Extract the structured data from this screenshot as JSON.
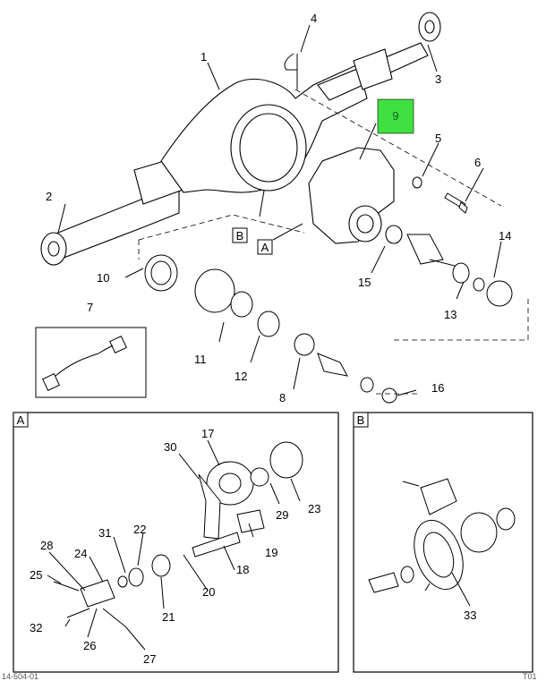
{
  "callouts": {
    "c1": "1",
    "c2": "2",
    "c3": "3",
    "c4": "4",
    "c5": "5",
    "c6": "6",
    "c7": "7",
    "c8": "8",
    "c9": "9",
    "c10": "10",
    "c11": "11",
    "c12": "12",
    "c13": "13",
    "c14": "14",
    "c15": "15",
    "c16": "16",
    "c17": "17",
    "c18": "18",
    "c19": "19",
    "c20": "20",
    "c21": "21",
    "c22": "22",
    "c23": "23",
    "c24": "24",
    "c25": "25",
    "c26": "26",
    "c27": "27",
    "c28": "28",
    "c29": "29",
    "c30": "30",
    "c31": "31",
    "c32": "32",
    "c33": "33"
  },
  "refs": {
    "a": "A",
    "b": "B"
  },
  "detail_boxes": {
    "a": "A",
    "b": "B"
  },
  "highlight": {
    "label": "9",
    "fill": "#3fe03f"
  },
  "footer": {
    "left": "14-504-01",
    "right": "T01"
  }
}
